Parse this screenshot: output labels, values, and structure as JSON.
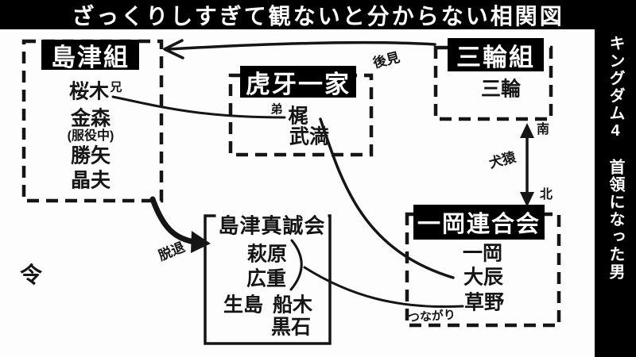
{
  "colors": {
    "bar_bg": "#000000",
    "paper": "#fdfdfd",
    "ink": "#151515"
  },
  "title_bar": {
    "text": "ざっくりしすぎて観ないと分からない相関図"
  },
  "side_bar": {
    "text": "キングダム4　首領になった男"
  },
  "groups": {
    "shimazu_gumi": {
      "name": "島津組",
      "members": [
        "桜木",
        "金森",
        "(服役中)",
        "勝矢",
        "晶夫"
      ]
    },
    "koga_ikka": {
      "name": "虎牙一家",
      "members": [
        "梶",
        "武満"
      ]
    },
    "miwa_gumi": {
      "name": "三輪組",
      "members": [
        "三輪"
      ]
    },
    "ichioka_rengokai": {
      "name": "一岡連合会",
      "members": [
        "一岡",
        "大辰",
        "草野"
      ]
    },
    "shimazu_shinseikai": {
      "name": "島津真誠会",
      "members": [
        "萩原",
        "広重",
        "生島",
        "船木",
        "黒石"
      ]
    }
  },
  "relations": {
    "kouken": "後見",
    "ani": "兄",
    "otouto": "弟",
    "minami": "南",
    "kita": "北",
    "kenen": "犬猿",
    "dattai": "脱退",
    "tsunagari": "つながり"
  },
  "stray": {
    "rei": "令"
  }
}
